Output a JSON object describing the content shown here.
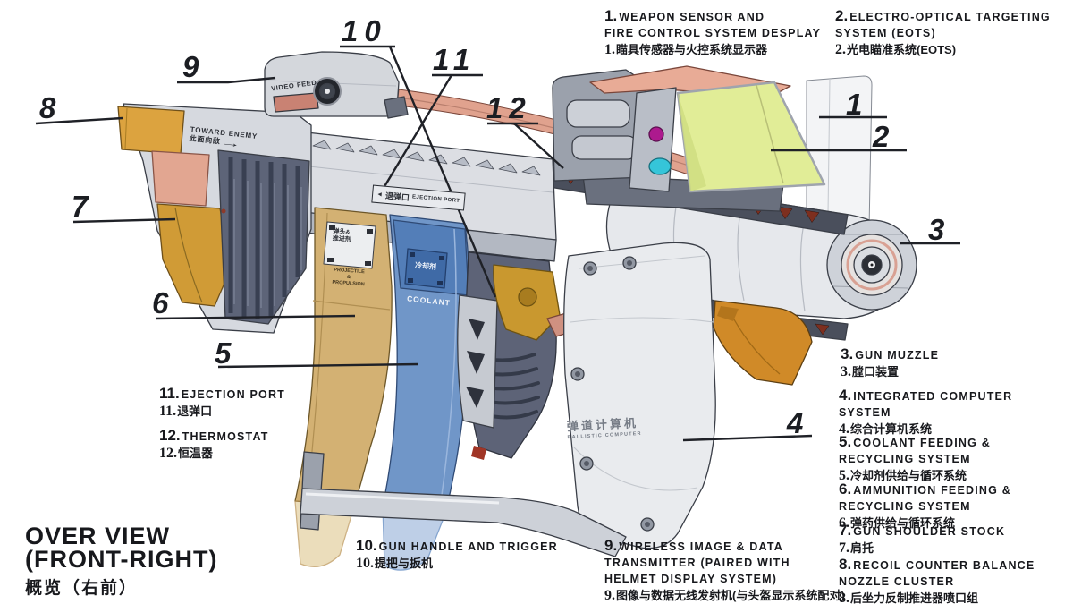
{
  "title": {
    "en_line1": "OVER VIEW",
    "en_line2": "(FRONT-RIGHT)",
    "zh": "概览（右前）"
  },
  "legend": {
    "items": [
      {
        "num": "1.",
        "en": "WEAPON SENSOR AND\nFIRE CONTROL SYSTEM DESPLAY",
        "zh_num": "1.",
        "zh": "瞄具传感器与火控系统显示器"
      },
      {
        "num": "2.",
        "en": "ELECTRO-OPTICAL TARGETING\nSYSTEM (EOTS)",
        "zh_num": "2.",
        "zh": "光电瞄准系统(EOTS)"
      },
      {
        "num": "3.",
        "en": "GUN MUZZLE",
        "zh_num": "3.",
        "zh": "膛口装置"
      },
      {
        "num": "4.",
        "en": "INTEGRATED COMPUTER\nSYSTEM",
        "zh_num": "4.",
        "zh": "综合计算机系统"
      },
      {
        "num": "5.",
        "en": "COOLANT FEEDING &\nRECYCLING SYSTEM",
        "zh_num": "5.",
        "zh": "冷却剂供给与循环系统"
      },
      {
        "num": "6.",
        "en": "AMMUNITION FEEDING &\nRECYCLING SYSTEM",
        "zh_num": "6.",
        "zh": "弹药供给与循环系统"
      },
      {
        "num": "7.",
        "en": "GUN SHOULDER STOCK",
        "zh_num": "7.",
        "zh": "肩托"
      },
      {
        "num": "8.",
        "en": "RECOIL COUNTER BALANCE\nNOZZLE CLUSTER",
        "zh_num": "8.",
        "zh": "后坐力反制推进器喷口组"
      },
      {
        "num": "9.",
        "en": "WIRELESS IMAGE & DATA\nTRANSMITTER (PAIRED WITH\nHELMET DISPLAY SYSTEM)",
        "zh_num": "9.",
        "zh": "图像与数据无线发射机(与头盔显示系统配对)"
      },
      {
        "num": "10.",
        "en": "GUN HANDLE AND TRIGGER",
        "zh_num": "10.",
        "zh": "提把与扳机"
      },
      {
        "num": "11.",
        "en": "EJECTION PORT",
        "zh_num": "11.",
        "zh": "退弹口"
      },
      {
        "num": "12.",
        "en": "THERMOSTAT",
        "zh_num": "12.",
        "zh": "恒温器"
      }
    ]
  },
  "callouts": {
    "c1": "1",
    "c2": "2",
    "c3": "3",
    "c4": "4",
    "c5": "5",
    "c6": "6",
    "c7": "7",
    "c8": "8",
    "c9": "9",
    "c10": "10",
    "c11": "11",
    "c12": "12"
  },
  "gun_labels": {
    "video_feed": "VIDEO FEED",
    "toward_enemy": "TOWARD ENEMY",
    "toward_enemy_zh": "此面向敌",
    "toward_enemy_arrow": "→",
    "ejection_arrow": "◄",
    "ejection_zh": "退弹口",
    "ejection_en": "EJECTION PORT",
    "projectile_zh": "弹头&\n推进剂",
    "projectile_en": "PROJECTILE\n&\nPROPULSION",
    "coolant_zh": "冷却剂",
    "coolant_en": "COOLANT",
    "ballistic_zh": "弹道计算机",
    "ballistic_en": "BALLISTIC COMPUTER"
  },
  "colors": {
    "body_gray": "#dcdee3",
    "steel_dark": "#5d6478",
    "tan": "#d3b173",
    "blue": "#7096c8",
    "gold": "#d8a23c",
    "orange": "#d08a28",
    "salmon": "#e5a593",
    "lime": "#e1ed97",
    "magenta": "#ad1a8e",
    "cyan": "#35c5d9",
    "rail_red": "#7d2f1f",
    "line": "#1f2127"
  }
}
